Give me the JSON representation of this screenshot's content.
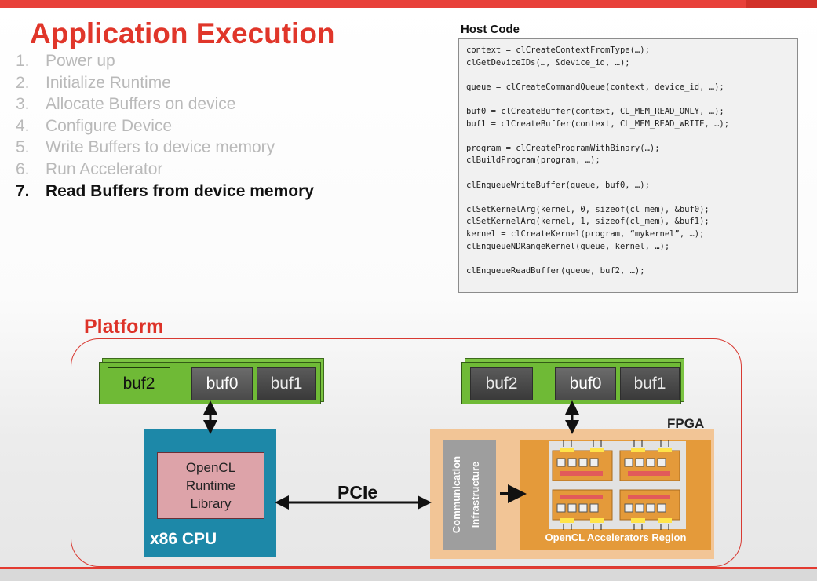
{
  "slide": {
    "title": "Application Execution",
    "steps": [
      {
        "num": "1.",
        "label": "Power up"
      },
      {
        "num": "2.",
        "label": "Initialize Runtime"
      },
      {
        "num": "3.",
        "label": "Allocate Buffers on device"
      },
      {
        "num": "4.",
        "label": "Configure Device"
      },
      {
        "num": "5.",
        "label": "Write Buffers to device memory"
      },
      {
        "num": "6.",
        "label": "Run Accelerator"
      },
      {
        "num": "7.",
        "label": "Read Buffers from device memory"
      }
    ],
    "active_step": 7
  },
  "host_code": {
    "title": "Host Code",
    "lines": [
      "context = clCreateContextFromType(…);",
      "clGetDeviceIDs(…, &device_id, …);",
      "",
      "queue = clCreateCommandQueue(context, device_id, …);",
      "",
      "buf0 = clCreateBuffer(context, CL_MEM_READ_ONLY, …);",
      "buf1 = clCreateBuffer(context, CL_MEM_READ_WRITE, …);",
      "",
      "program = clCreateProgramWithBinary(…);",
      "clBuildProgram(program, …);",
      "",
      "clEnqueueWriteBuffer(queue, buf0, …);",
      "",
      "clSetKernelArg(kernel, 0, sizeof(cl_mem), &buf0);",
      "clSetKernelArg(kernel, 1, sizeof(cl_mem), &buf1);",
      "kernel = clCreateKernel(program, “mykernel”, …);",
      "clEnqueueNDRangeKernel(queue, kernel, …);",
      "",
      "clEnqueueReadBuffer(queue, buf2, …);"
    ]
  },
  "diagram": {
    "platform_label": "Platform",
    "host_memory": {
      "buf2": "buf2",
      "buf0": "buf0",
      "buf1": "buf1"
    },
    "device_memory": {
      "buf2": "buf2",
      "buf0": "buf0",
      "buf1": "buf1"
    },
    "cpu": {
      "label": "x86 CPU",
      "runtime_lines": [
        "OpenCL",
        "Runtime",
        "Library"
      ]
    },
    "link_label": "PCIe",
    "fpga": {
      "label": "FPGA",
      "comm_lines": [
        "Communication",
        "Infrastructure"
      ],
      "accel_label": "OpenCL Accelerators Region"
    }
  },
  "colors": {
    "accent_red": "#e0362a",
    "memory_green": "#6fba36",
    "cpu_teal": "#1d88a8",
    "runtime_pink": "#dda3a9",
    "fpga_tan": "#f2c596",
    "accel_orange": "#e49a3a",
    "comm_gray": "#9e9e9e"
  }
}
